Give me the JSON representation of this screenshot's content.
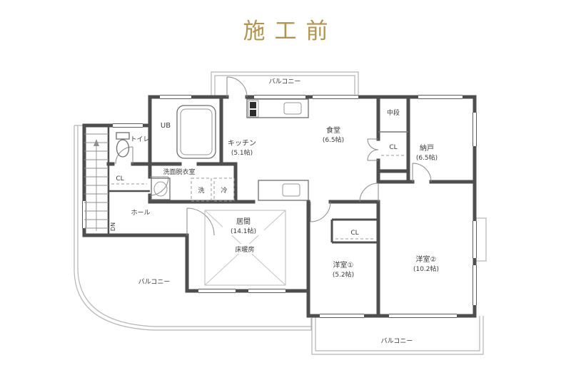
{
  "title": {
    "text": "施工前"
  },
  "colors": {
    "accent": "#b3934e",
    "wall": "#4e4e4e",
    "thin_line": "#b5b5b5",
    "background": "#ffffff"
  },
  "plan": {
    "rooms": {
      "balcony_top": {
        "label": "バルコニー"
      },
      "ub": {
        "label": "UB"
      },
      "toilet": {
        "label": "トイレ"
      },
      "kitchen": {
        "label": "キッチン",
        "size": "(5.1帖)"
      },
      "dining": {
        "label": "食堂",
        "size": "(6.5帖)"
      },
      "middle_shelf": {
        "label": "中段"
      },
      "cl_dining": {
        "label": "CL"
      },
      "storage": {
        "label": "納戸",
        "size": "(6.5帖)"
      },
      "washroom": {
        "label": "洗面脱衣室"
      },
      "washer": {
        "label": "洗"
      },
      "fridge": {
        "label": "冷"
      },
      "cl_hall": {
        "label": "CL"
      },
      "hall": {
        "label": "ホール"
      },
      "stairs": {
        "label": "DN"
      },
      "living": {
        "label": "居間",
        "size": "(14.1帖)"
      },
      "floor_heating": {
        "label": "床暖房"
      },
      "cl_western1": {
        "label": "CL"
      },
      "western1": {
        "label": "洋室①",
        "size": "(5.2帖)"
      },
      "western2": {
        "label": "洋室②",
        "size": "(10.2帖)"
      },
      "balcony_bottom_left": {
        "label": "バルコニー"
      },
      "balcony_bottom_right": {
        "label": "バルコニー"
      }
    }
  }
}
